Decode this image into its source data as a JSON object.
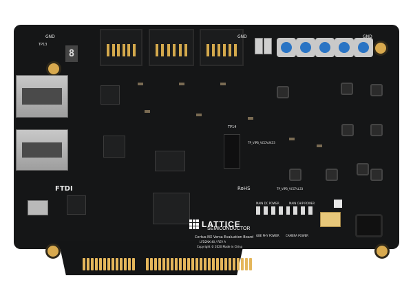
{
  "image": {
    "subject": "Lattice CertusPro-NX / Certus-NX Versa Evaluation Board (PCIe form factor) photographed on a white background",
    "colors": {
      "pcb": "#151617",
      "background": "#ffffff",
      "gold_fingers": "#e4b65b",
      "buttons": "#2a74c4",
      "silkscreen": "#e8e8e8"
    }
  },
  "silkscreen": {
    "gnd_left": "GND",
    "tp_left": "TP13",
    "gnd_top": "GND",
    "gnd_top2": "GND",
    "tp14": "TP14",
    "ftdi": "FTDI",
    "rohs": "RoHS",
    "board_name": "Certus-NX Versa Evaluation Board",
    "board_rev": "LFD2NX-40 / REV A",
    "copyright": "Copyright © 2020 Made in China",
    "main_dc_power": "MAIN DC POWER",
    "main_chip_power": "MAIN CHIP POWER",
    "gbe_phy_power": "GBE PHY POWER",
    "camera_power": "CAMERA POWER",
    "tp_vipb": "TP_VIPB_VCCAUX33",
    "tp_vipb2": "TP_VIPB_VCCPLL33",
    "seven_seg": "8",
    "brand": "LATTICE",
    "brand_sub": "SEMICONDUCTOR"
  }
}
